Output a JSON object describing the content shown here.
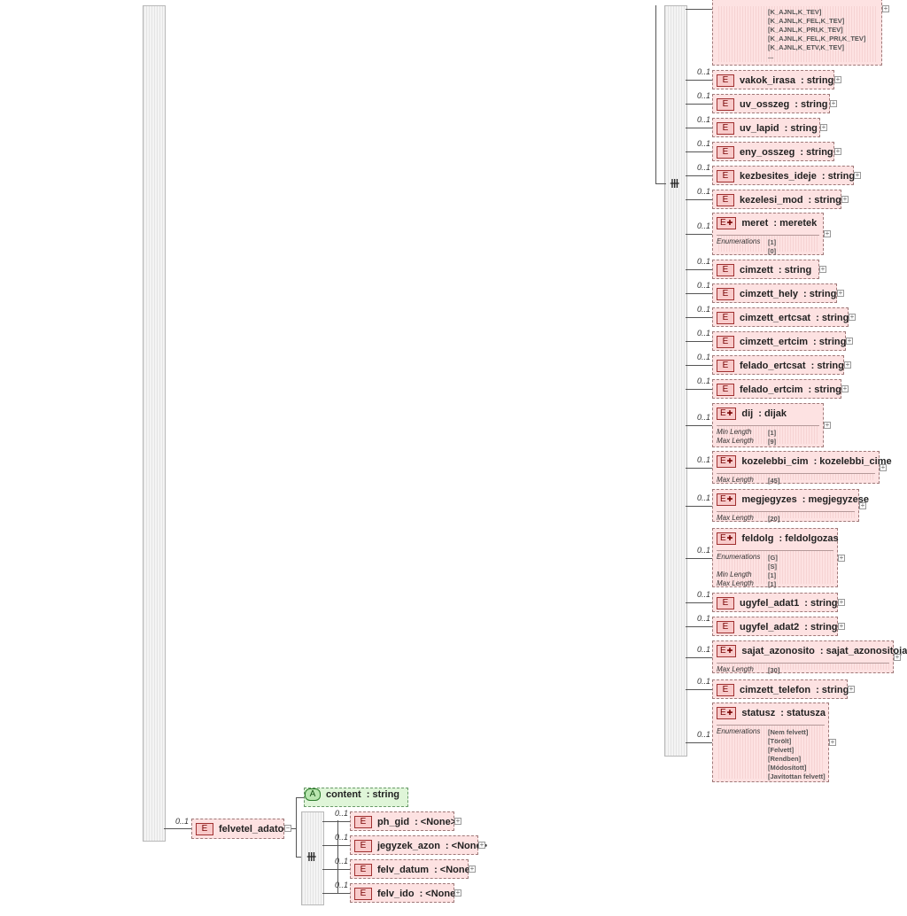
{
  "top_cut_element": {
    "values": [
      "[K_AJNL,K_TEV]",
      "[K_AJNL,K_FEL,K_TEV]",
      "[K_AJNL,K_PRI,K_TEV]",
      "[K_AJNL,K_FEL,K_PRI,K_TEV]",
      "[K_AJNL,K_ETV,K_TEV]",
      "..."
    ]
  },
  "badges": {
    "element": "E",
    "attribute": "A"
  },
  "occurrence": "0..1",
  "elements": [
    {
      "name": "vakok_irasa",
      "type": ": string"
    },
    {
      "name": "uv_osszeg",
      "type": ": string"
    },
    {
      "name": "uv_lapid",
      "type": ": string"
    },
    {
      "name": "eny_osszeg",
      "type": ": string"
    },
    {
      "name": "kezbesites_ideje",
      "type": ": string"
    },
    {
      "name": "kezelesi_mod",
      "type": ": string"
    },
    {
      "name": "meret",
      "type": ": meretek",
      "facets": [
        {
          "label": "Enumerations",
          "values": [
            "[1]",
            "[0]"
          ]
        }
      ]
    },
    {
      "name": "cimzett",
      "type": ": string"
    },
    {
      "name": "cimzett_hely",
      "type": ": string"
    },
    {
      "name": "cimzett_ertcsat",
      "type": ": string"
    },
    {
      "name": "cimzett_ertcim",
      "type": ": string"
    },
    {
      "name": "felado_ertcsat",
      "type": ": string"
    },
    {
      "name": "felado_ertcim",
      "type": ": string"
    },
    {
      "name": "dij",
      "type": ": dijak",
      "facets": [
        {
          "label": "Min Length",
          "values": [
            "[1]"
          ]
        },
        {
          "label": "Max Length",
          "values": [
            "[9]"
          ]
        }
      ]
    },
    {
      "name": "kozelebbi_cim",
      "type": ": kozelebbi_cime",
      "facets": [
        {
          "label": "Max Length",
          "values": [
            "[45]"
          ]
        }
      ]
    },
    {
      "name": "megjegyzes",
      "type": ": megjegyzese",
      "facets": [
        {
          "label": "Max Length",
          "values": [
            "[20]"
          ]
        }
      ]
    },
    {
      "name": "feldolg",
      "type": ": feldolgozas",
      "facets": [
        {
          "label": "Enumerations",
          "values": [
            "[G]",
            "[S]"
          ]
        },
        {
          "label": "Min Length",
          "values": [
            "[1]"
          ]
        },
        {
          "label": "Max Length",
          "values": [
            "[1]"
          ]
        }
      ]
    },
    {
      "name": "ugyfel_adat1",
      "type": ": string"
    },
    {
      "name": "ugyfel_adat2",
      "type": ": string"
    },
    {
      "name": "sajat_azonosito",
      "type": ": sajat_azonositoja",
      "facets": [
        {
          "label": "Max Length",
          "values": [
            "[30]"
          ]
        }
      ]
    },
    {
      "name": "cimzett_telefon",
      "type": ": string"
    },
    {
      "name": "statusz",
      "type": ": statusza",
      "facets": [
        {
          "label": "Enumerations",
          "values": [
            "[Nem felvett]",
            "[Törölt]",
            "[Felvett]",
            "[Rendben]",
            "[Módosított]",
            "[Javítottan felvett]"
          ]
        }
      ]
    }
  ],
  "felvetel": {
    "name": "felvetel_adatok",
    "attribute": {
      "name": "content",
      "type": ": string"
    },
    "children": [
      {
        "name": "ph_gid",
        "type": ": <None>"
      },
      {
        "name": "jegyzek_azon",
        "type": ": <None>"
      },
      {
        "name": "felv_datum",
        "type": ": <None>"
      },
      {
        "name": "felv_ido",
        "type": ": <None>"
      }
    ]
  },
  "sequence_icon": "sequence-compositor-icon",
  "plus_icon": "expand-plus-icon"
}
